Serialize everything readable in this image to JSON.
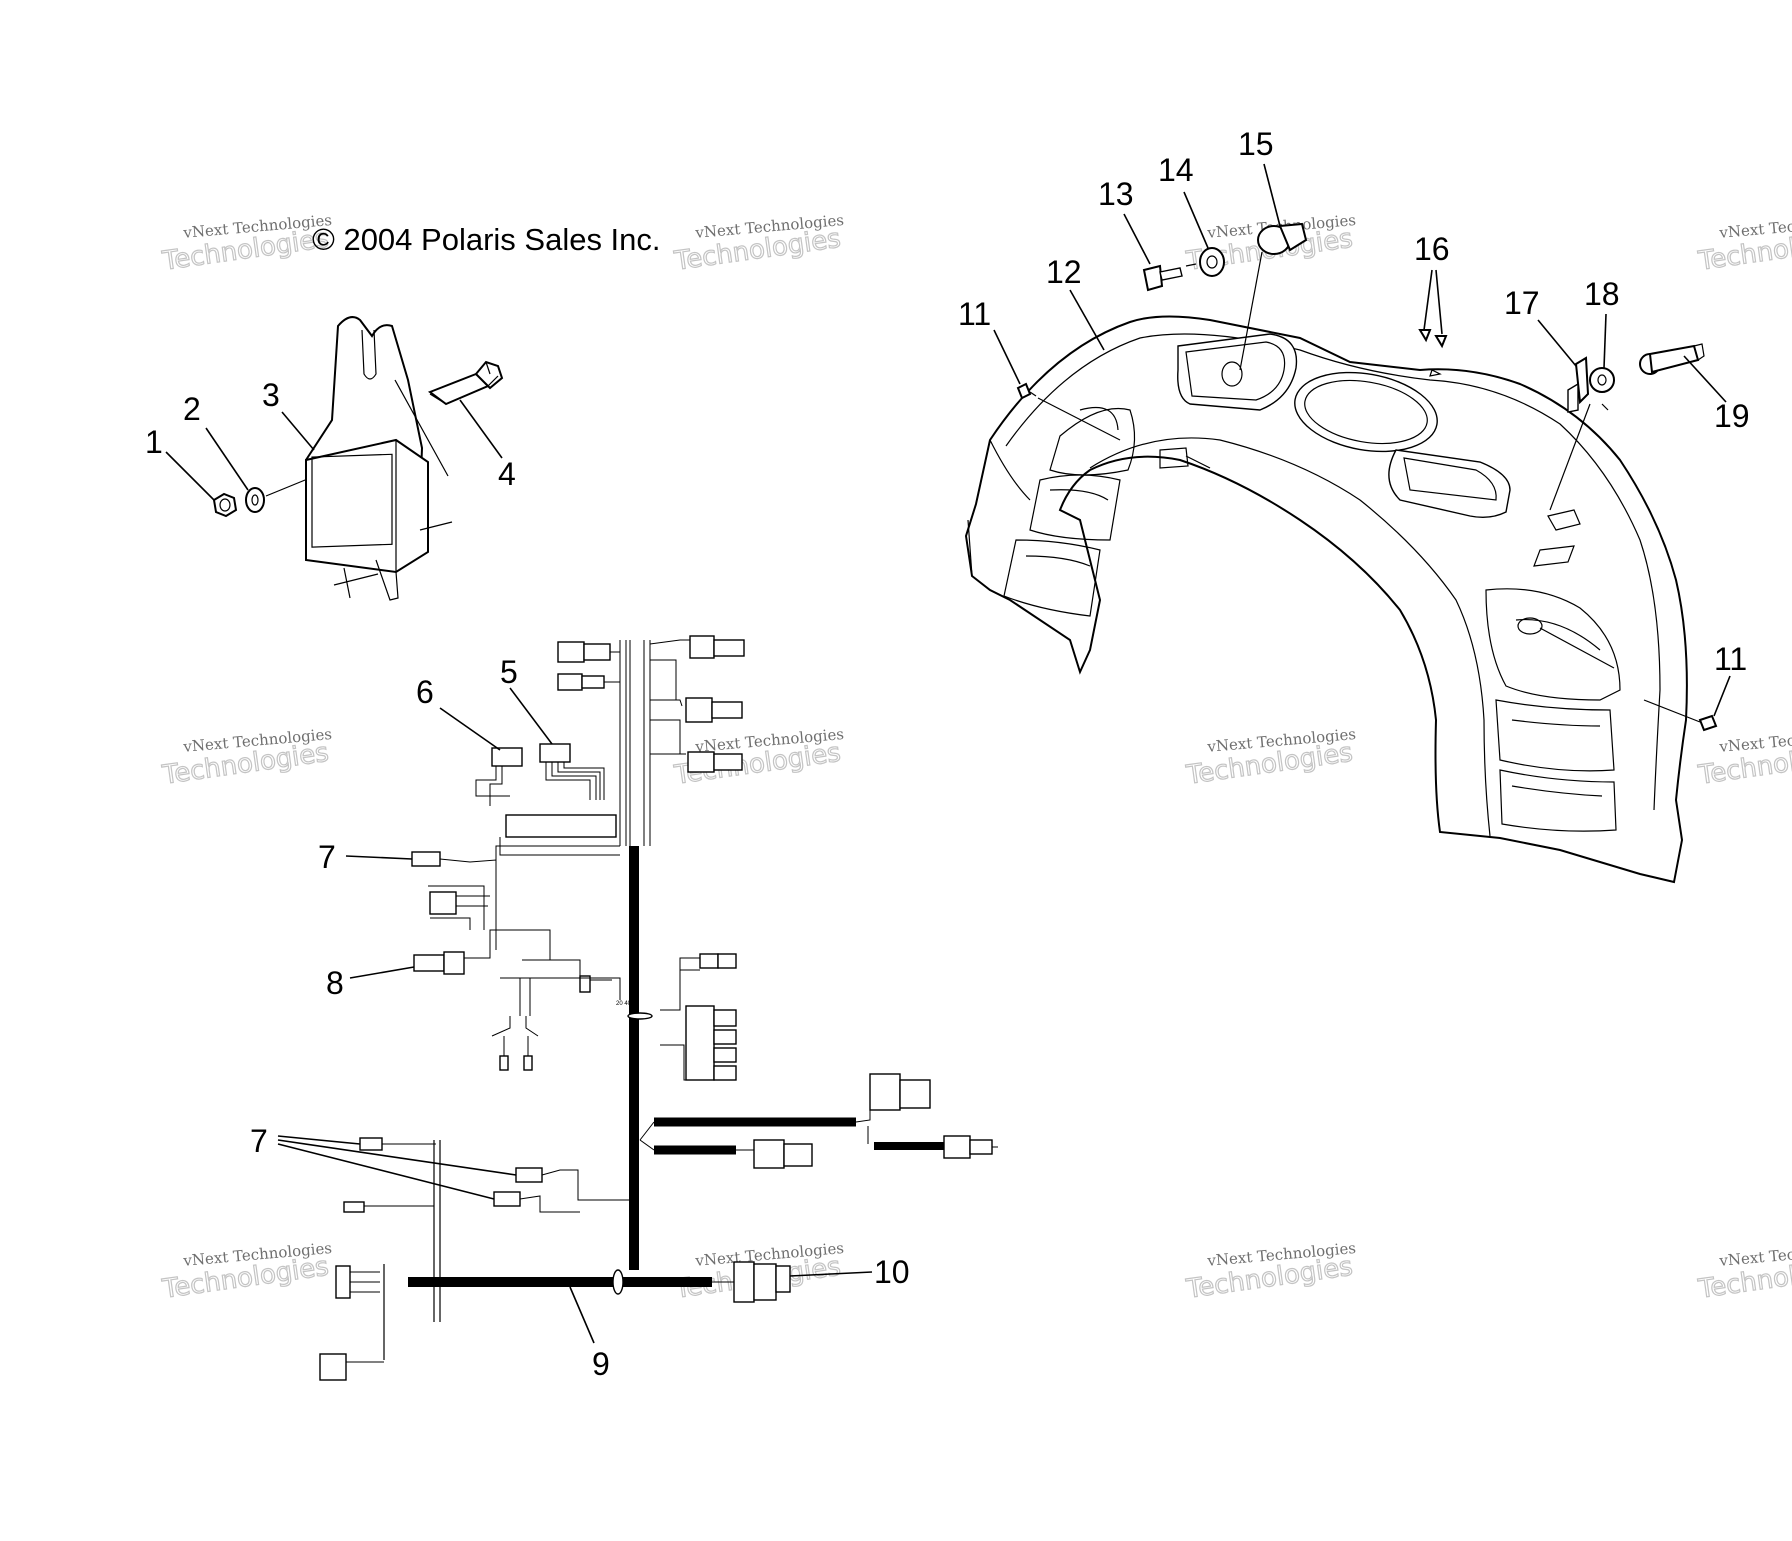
{
  "copyright": "© 2004 Polaris Sales Inc.",
  "watermark": {
    "line1": "vNext Technologies",
    "line2": "Technologies"
  },
  "callouts": {
    "c1": "1",
    "c2": "2",
    "c3": "3",
    "c4": "4",
    "c5": "5",
    "c6": "6",
    "c7a": "7",
    "c7b": "7",
    "c8": "8",
    "c9": "9",
    "c10": "10",
    "c11a": "11",
    "c11b": "11",
    "c12": "12",
    "c13": "13",
    "c14": "14",
    "c15": "15",
    "c16": "16",
    "c17": "17",
    "c18": "18",
    "c19": "19"
  }
}
